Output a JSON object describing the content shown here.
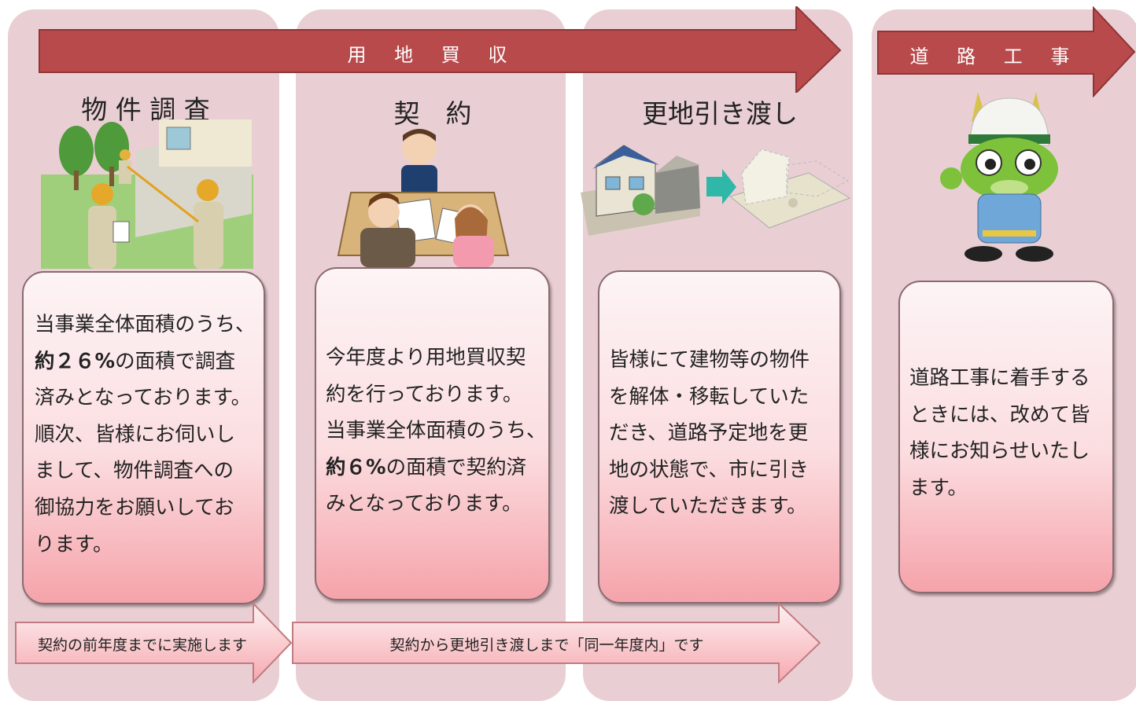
{
  "phases": {
    "land_acquisition": "用 地 買 収",
    "road_work": "道 路 工 事"
  },
  "steps": [
    {
      "title": "物 件 調 査",
      "illustration": "survey-workers-illustration",
      "text_line1": "当事業全体面積のうち、",
      "text_bold2": "約２６%",
      "text_line2": "の面積で調査",
      "text_line3": "済みとなっております。",
      "text_line4": "順次、皆様にお伺いし",
      "text_line5": "まして、物件調査への",
      "text_line6": "御協力をお願いしてお",
      "text_line7": "ります。"
    },
    {
      "title": "契　約",
      "illustration": "contract-signing-illustration",
      "text_line1": "今年度より用地買収契",
      "text_line2": "約を行っております。",
      "text_line3": "当事業全体面積のうち、",
      "text_bold4": "約６%",
      "text_line4": "の面積で契約済",
      "text_line5": "みとなっております。"
    },
    {
      "title": "更地引き渡し",
      "illustration": "house-to-vacant-lot-illustration",
      "text_line1": "皆様にて建物等の物件",
      "text_line2": "を解体・移転していた",
      "text_line3": "だき、道路予定地を更",
      "text_line4": "地の状態で、市に引き",
      "text_line5": "渡していただきます。"
    },
    {
      "title": "",
      "illustration": "mascot-construction-helmet-illustration",
      "text_line1": "道路工事に着手する",
      "text_line2": "ときには、改めて皆",
      "text_line3": "様にお知らせいたし",
      "text_line4": "ます。"
    }
  ],
  "bottom_arrows": {
    "left": "契約の前年度までに実施します",
    "right": "契約から更地引き渡しまで「同一年度内」です"
  },
  "colors": {
    "column_bg": "#e9cfd3",
    "phase_arrow": "#b84a4c",
    "card_top": "#fdf4f5",
    "card_bottom": "#f5a3aa"
  }
}
